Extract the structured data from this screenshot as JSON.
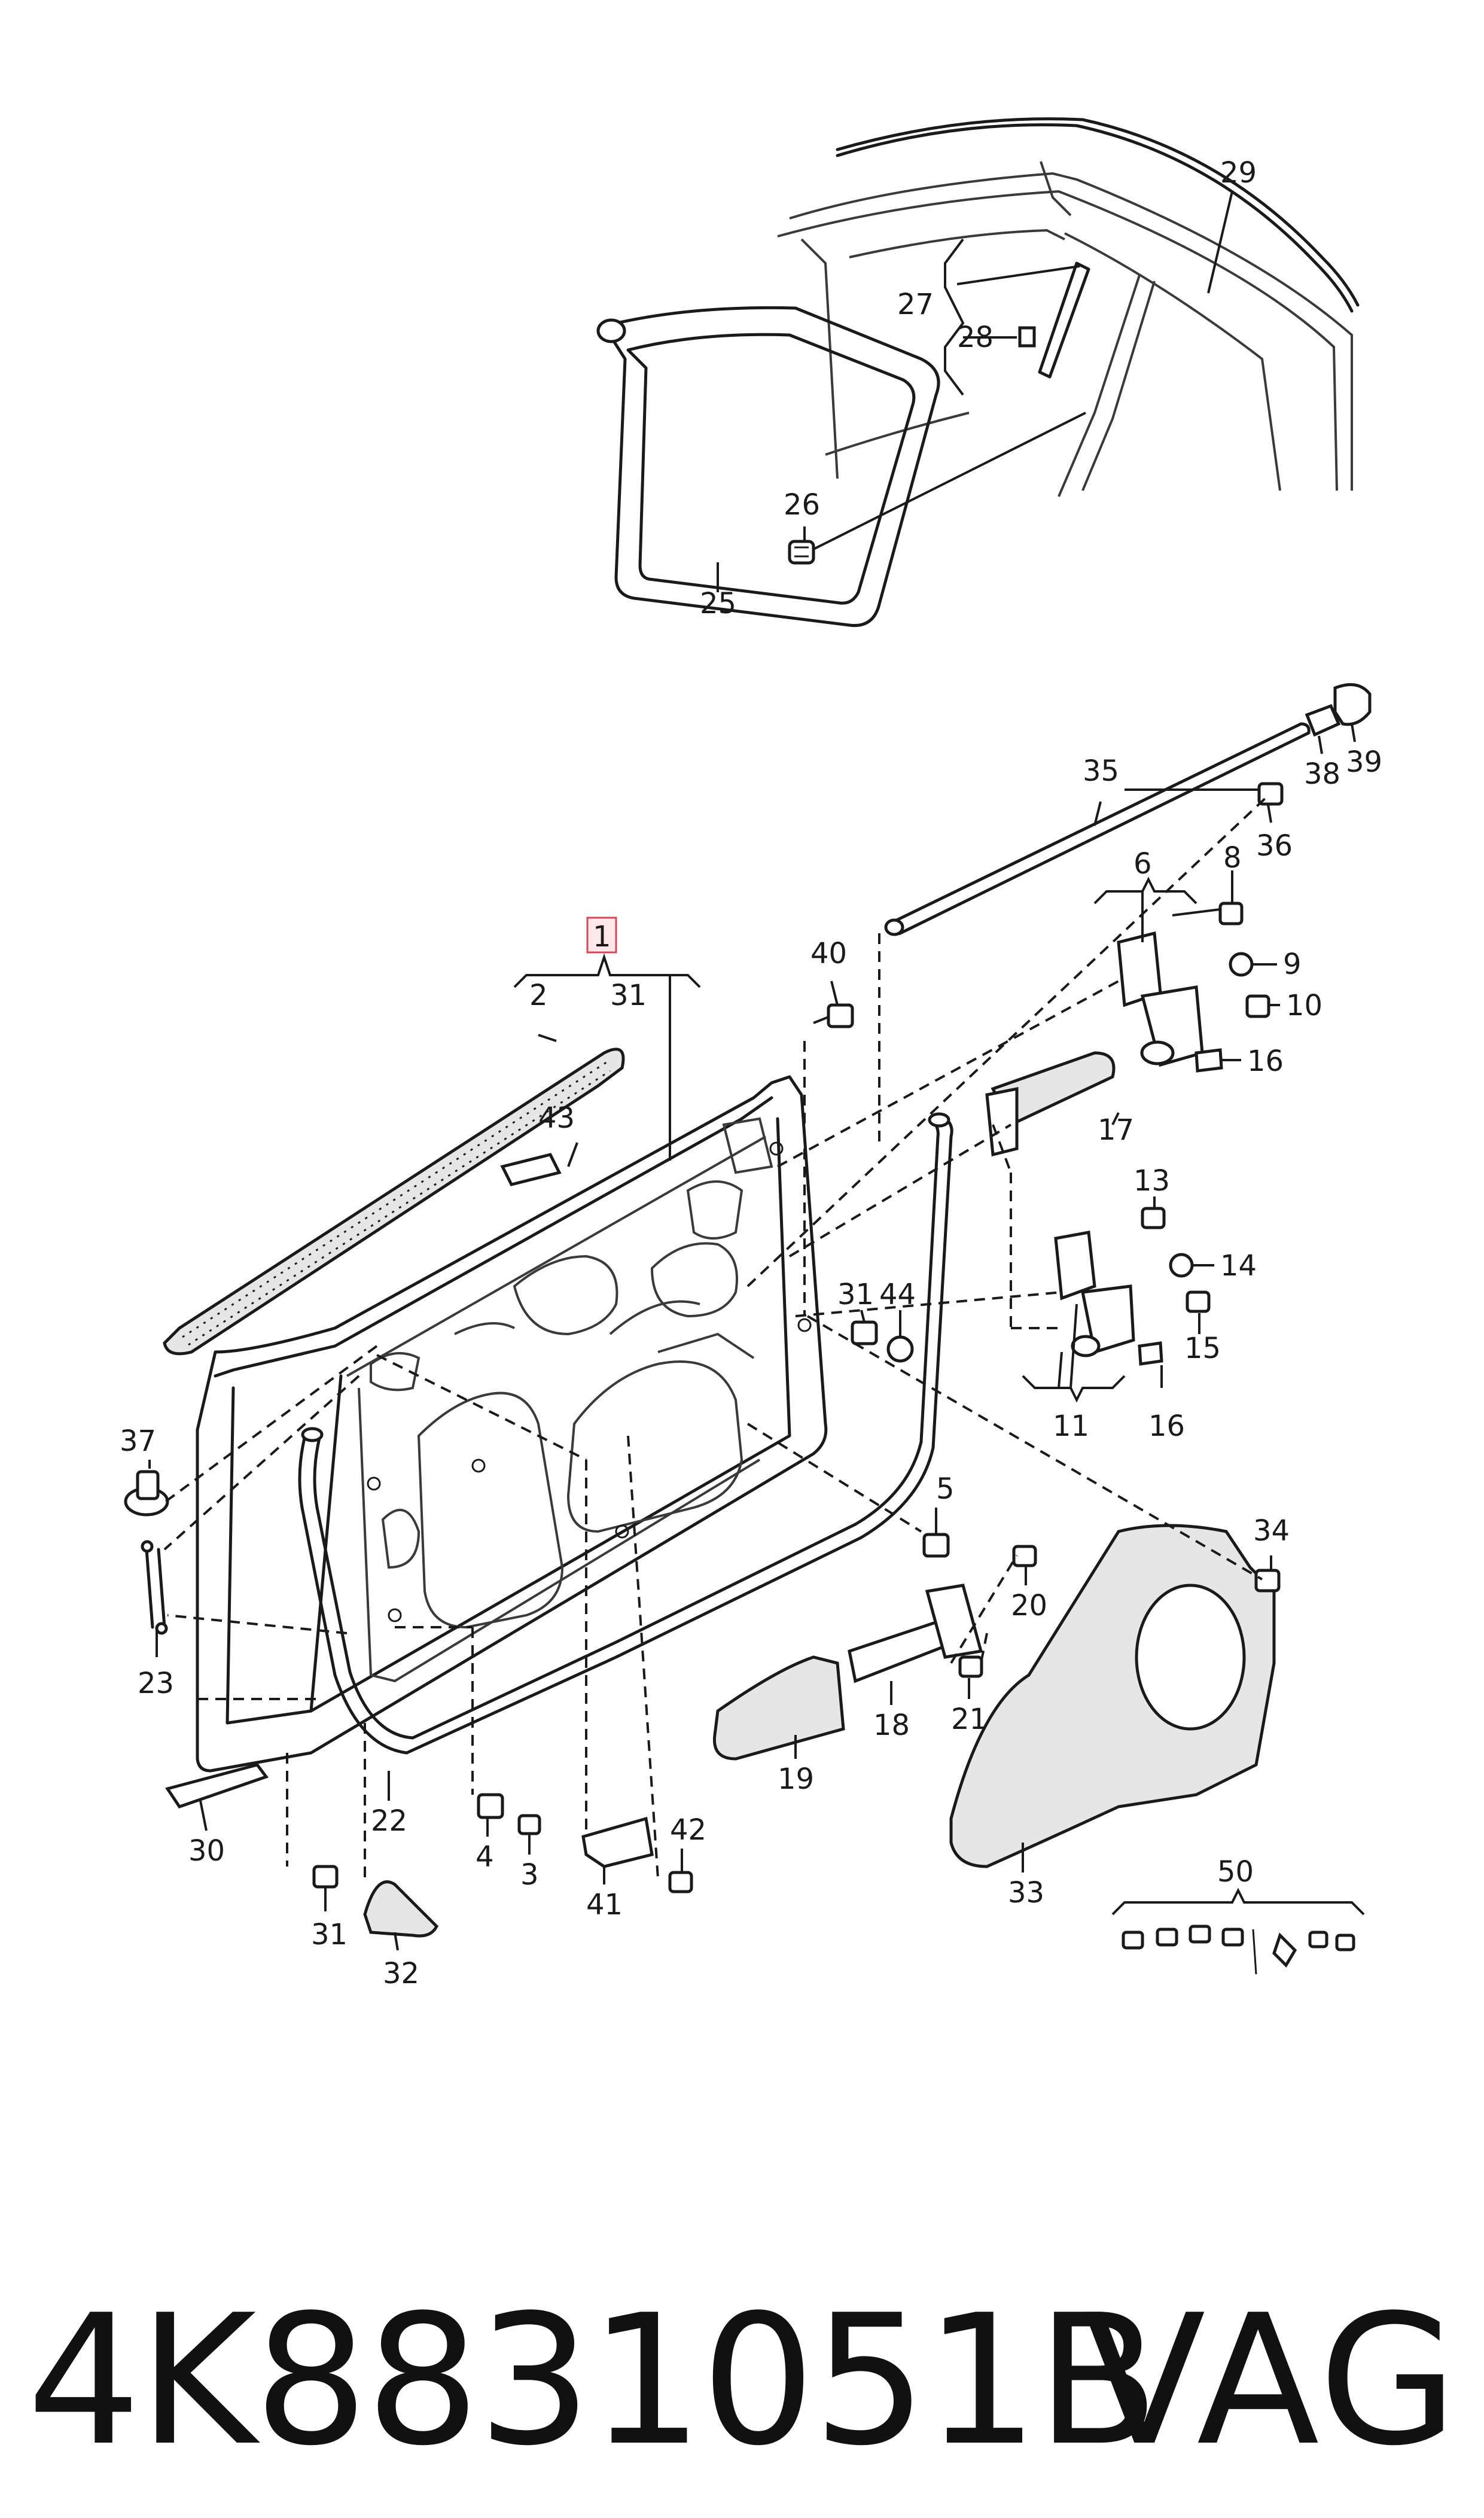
{
  "callouts": {
    "c1": "1",
    "c2": "2",
    "c3": "3",
    "c4": "4",
    "c5": "5",
    "c6": "6",
    "c8": "8",
    "c9": "9",
    "c10": "10",
    "c11": "11",
    "c13": "13",
    "c14": "14",
    "c15": "15",
    "c16a": "16",
    "c16b": "16",
    "c17": "17",
    "c18": "18",
    "c19": "19",
    "c20": "20",
    "c21": "21",
    "c22": "22",
    "c23": "23",
    "c25": "25",
    "c26": "26",
    "c27": "27",
    "c28": "28",
    "c29": "29",
    "c30": "30",
    "c31a": "31",
    "c31b": "31",
    "c31c": "31",
    "c32": "32",
    "c33": "33",
    "c34": "34",
    "c35": "35",
    "c36": "36",
    "c37": "37",
    "c38": "38",
    "c39": "39",
    "c40": "40",
    "c41": "41",
    "c42": "42",
    "c43": "43",
    "c44": "44",
    "c50": "50"
  },
  "caption": {
    "part_number": "4K8831051B",
    "brand": "VAG"
  },
  "colors": {
    "line": "#1a1a1a",
    "highlight_fill": "#ffe6ea",
    "highlight_stroke": "#d9465a"
  }
}
